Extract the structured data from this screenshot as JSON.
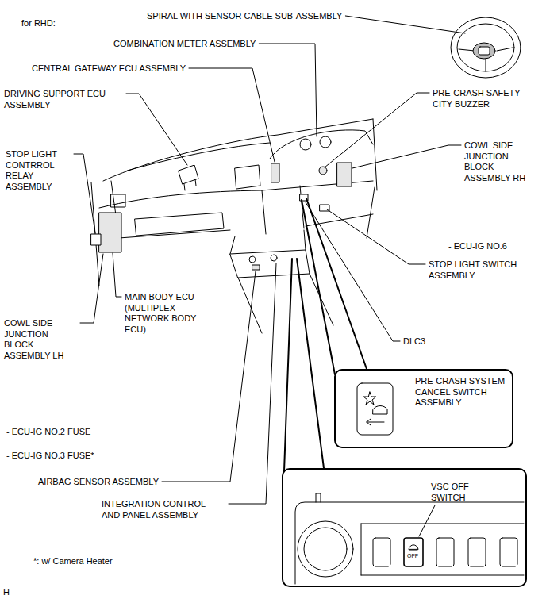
{
  "diagram": {
    "title": "for RHD:",
    "nodes": [
      {
        "text": [
          "PRE-CRASH SYSTEM CANCEL SWITCH ASSEMBLY"
        ]
      },
      {
        "text": [
          "VSC OFF SWITCH"
        ]
      }
    ],
    "labels": [
      "SPIRAL WITH SENSOR CABLE SUB-ASSEMBLY",
      "COMBINATION METER ASSEMBLY",
      "CENTRAL GATEWAY ECU ASSEMBLY",
      "PRE-CRASH SAFETY CITY BUZZER",
      "DRIVING SUPPORT ECU ASSEMBLY",
      "STOP LIGHT CONTRROL RELAY ASSEMBLY",
      "COWL SIDE JUNCTION BLOCK ASSEMBLY RH",
      "- ECU-IG NO.6",
      "STOP LIGHT SWITCH ASSEMBLY",
      "MAIN BODY ECU (MULTIPLEX NETWORK BODY ECU)",
      "COWL SIDE JUNCTION BLOCK ASSEMBLY LH",
      "DLC3",
      "- ECU-IG NO.2 FUSE",
      "- ECU-IG NO.3 FUSE*",
      "AIRBAG SENSOR ASSEMBLY",
      "INTEGRATION CONTROL AND PANEL ASSEMBLY",
      "*: w/ Camera Heater",
      "H",
      "OFF"
    ]
  }
}
